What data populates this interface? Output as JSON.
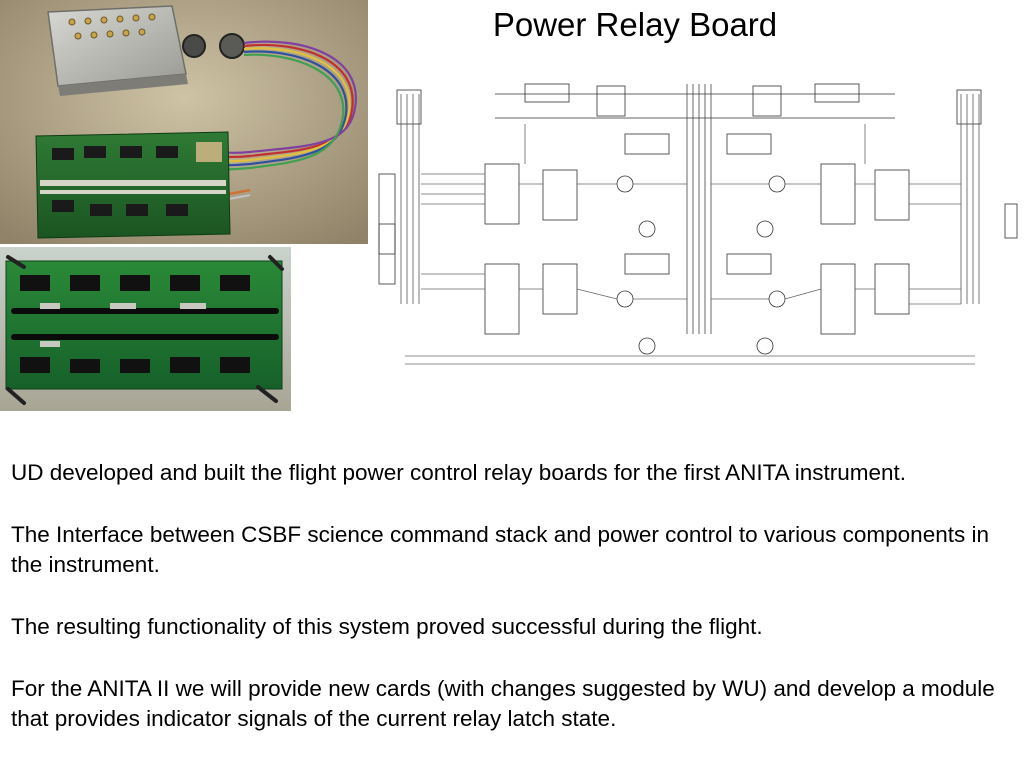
{
  "slide": {
    "title": "Power Relay Board",
    "paragraphs": [
      "UD developed and built the flight power control relay boards for the first ANITA instrument.",
      "The Interface between CSBF science command stack and power control to various components in the instrument.",
      "The resulting functionality of this system proved successful during the flight.",
      "For the ANITA II we will provide new cards (with changes suggested by WU) and develop a module that provides indicator signals of the current relay latch state."
    ]
  },
  "images": {
    "photo_top": "photo-enclosure-and-relay-board",
    "photo_bottom": "photo-relay-board-closeup",
    "schematic": "schematic-power-relay-circuit"
  },
  "colors": {
    "background": "#ffffff",
    "text": "#000000",
    "pcb_green": "#1d6b2a",
    "photo_bg_tan": "#b7a98f"
  }
}
